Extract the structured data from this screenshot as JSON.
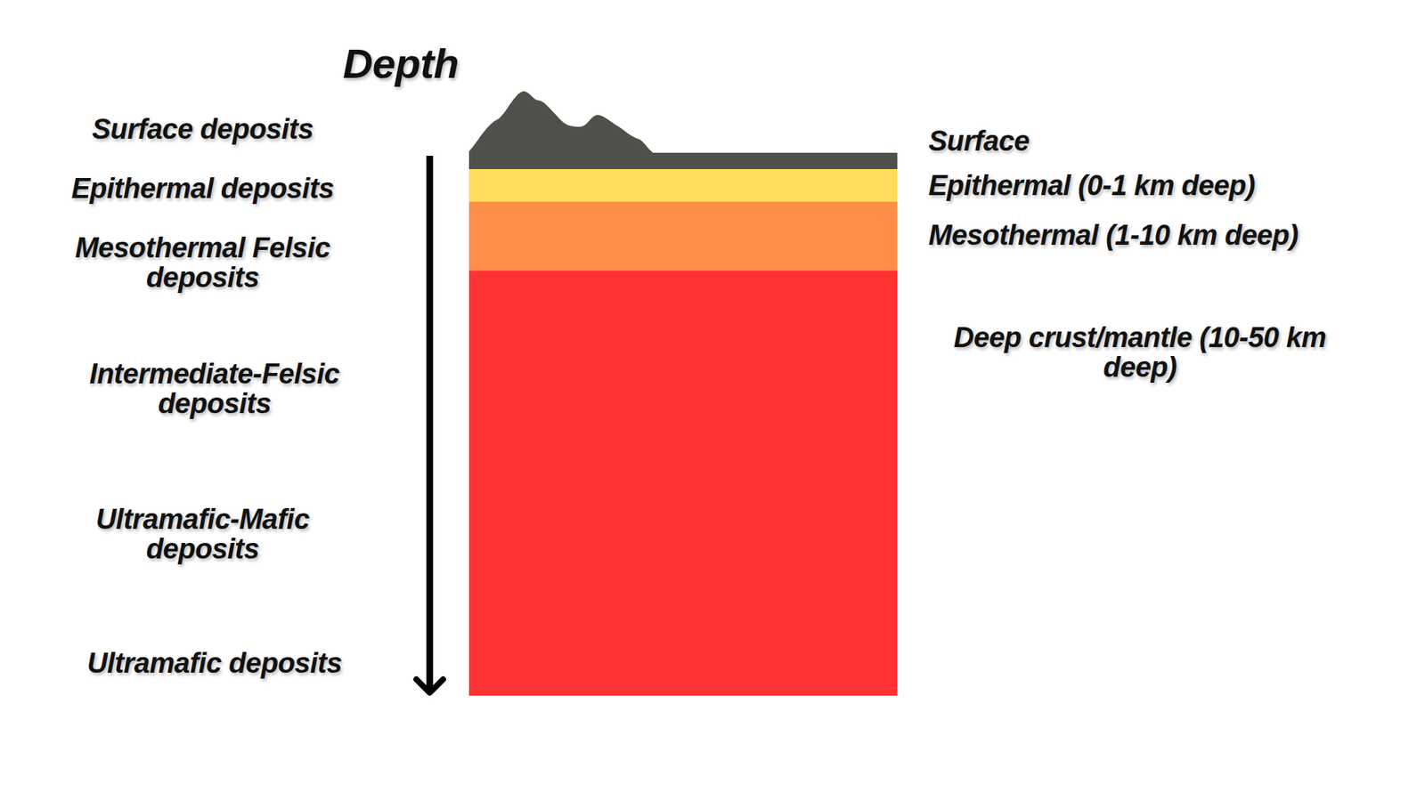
{
  "diagram": {
    "title": "Depth",
    "labels": [
      "Surface deposits",
      "Epithermal deposits",
      "Mesothermal Felsic deposits",
      "Intermediate-Felsic deposits",
      "Ultramafic-Mafic deposits",
      "Ultramafic deposits",
      "Surface",
      "Epithermal (0-1 km deep)",
      "Mesothermal (1-10 km deep)",
      "Deep crust/mantle (10-50 km deep)"
    ]
  }
}
